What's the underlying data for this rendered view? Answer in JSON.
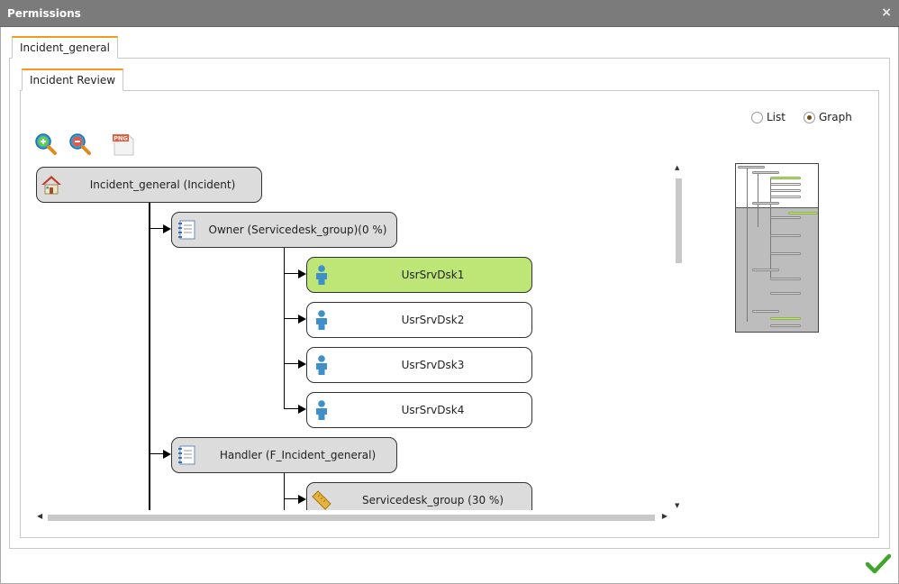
{
  "window": {
    "title": "Permissions",
    "close_glyph": "×"
  },
  "tabs": {
    "outer": "Incident_general",
    "inner": "Incident Review"
  },
  "view_mode": {
    "list_label": "List",
    "graph_label": "Graph",
    "selected": "Graph"
  },
  "toolbar": {
    "icons": [
      "zoom-in-icon",
      "zoom-out-icon",
      "png-export-icon"
    ],
    "png_text": "PNG"
  },
  "graph": {
    "root": {
      "label": "Incident_general (Incident)",
      "icon": "house-icon"
    },
    "groups": [
      {
        "label": "Owner (Servicedesk_group)(0 %)",
        "icon": "notebook-icon",
        "children": [
          {
            "label": "UsrSrvDsk1",
            "icon": "user-icon",
            "highlighted": true
          },
          {
            "label": "UsrSrvDsk2",
            "icon": "user-icon",
            "highlighted": false
          },
          {
            "label": "UsrSrvDsk3",
            "icon": "user-icon",
            "highlighted": false
          },
          {
            "label": "UsrSrvDsk4",
            "icon": "user-icon",
            "highlighted": false
          }
        ]
      },
      {
        "label": "Handler (F_Incident_general)",
        "icon": "notebook-icon",
        "children": [
          {
            "label": "Servicedesk_group (30 %)",
            "icon": "ruler-icon",
            "highlighted": false
          }
        ]
      }
    ]
  },
  "colors": {
    "highlight": "#bde676",
    "node_gray": "#dcdcdc",
    "tab_accent": "#f29a1f",
    "titlebar": "#7b7b7b",
    "confirm": "#3fa52b"
  },
  "footer": {
    "confirm_icon": "checkmark-icon"
  }
}
